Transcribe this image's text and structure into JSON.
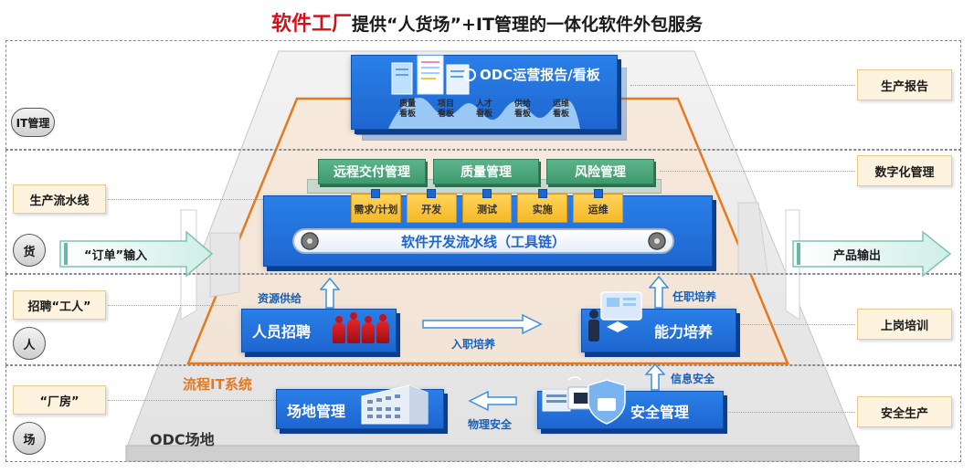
{
  "title": {
    "brand": "软件工厂",
    "rest": "提供“人货场”+IT管理的一体化软件外包服务"
  },
  "layers": {
    "it": "IT管理",
    "goods": "货",
    "people": "人",
    "site": "场"
  },
  "left_labels": {
    "pipeline": "生产流水线",
    "order_input": "“订单”输入",
    "recruit_workers": "招聘“工人”",
    "factory": "“厂房”"
  },
  "right_labels": {
    "production_report": "生产报告",
    "digital_management": "数字化管理",
    "product_output": "产品输出",
    "onboard_training": "上岗培训",
    "safe_production": "安全生产"
  },
  "odc_report": {
    "title": "ODC运营报告/看板",
    "boards": [
      "质量\n看板",
      "项目\n看板",
      "人才\n看板",
      "供给\n看板",
      "运维\n看板"
    ]
  },
  "management_tabs": [
    "远程交付管理",
    "质量管理",
    "风险管理"
  ],
  "pipeline_stages": [
    "需求/计划",
    "开发",
    "测试",
    "实施",
    "运维"
  ],
  "pipeline_title": "软件开发流水线（工具链）",
  "people_row": {
    "resource_supply": "资源供给",
    "recruitment": "人员招聘",
    "onboarding_training": "入职培养",
    "on_the_job_training": "任职培养",
    "capability_training": "能力培养"
  },
  "site_row": {
    "process_it": "流程IT系统",
    "site_management": "场地管理",
    "physical_security": "物理安全",
    "info_security": "信息安全",
    "security_management": "安全管理",
    "odc_site": "ODC场地"
  },
  "colors": {
    "brand_red": "#d0121b",
    "panel_blue": "#1e66cf",
    "tab_green": "#3f9a70",
    "stage_yellow": "#f5b826",
    "process_orange": "#e8781c",
    "label_cream": "#fdf3de"
  }
}
